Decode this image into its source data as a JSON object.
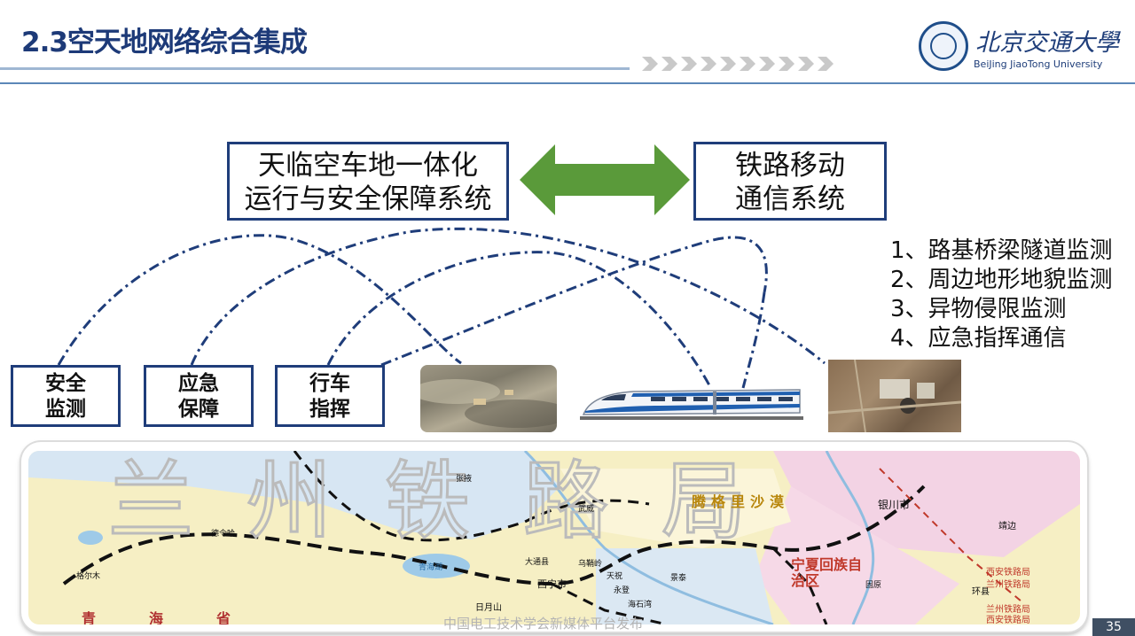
{
  "header": {
    "title": "2.3空天地网络综合集成",
    "university_cn": "北京交通大學",
    "university_en": "BeiJing JiaoTong University"
  },
  "systems": {
    "left_line1": "天临空车地一体化",
    "left_line2": "运行与安全保障系统",
    "right_line1": "铁路移动",
    "right_line2": "通信系统"
  },
  "functions": [
    {
      "line1": "安全",
      "line2": "监测"
    },
    {
      "line1": "应急",
      "line2": "保障"
    },
    {
      "line1": "行车",
      "line2": "指挥"
    }
  ],
  "monitoring_list": [
    "1、路基桥梁隧道监测",
    "2、周边地形地貌监测",
    "3、异物侵限监测",
    "4、应急指挥通信"
  ],
  "map": {
    "watermark": "兰州铁路局",
    "desert_label": "腾格里沙漠",
    "lake_label": "青海湖",
    "province_label": "青海省",
    "region_labels": [
      "宁夏回族自治区"
    ],
    "cities": [
      "西宁市",
      "银川市",
      "格尔木",
      "德令哈",
      "大通县",
      "日月山",
      "武威",
      "张掖",
      "天祝",
      "永登",
      "景泰",
      "固原",
      "靖边",
      "环县",
      "乌鞘岭",
      "海石湾"
    ],
    "legend": [
      "西安铁路局",
      "兰州铁路局",
      "兰州铁路局",
      "西安铁路局"
    ]
  },
  "footer": {
    "watermark_text": "中国电工技术学会新媒体平台发布",
    "page_number": "35"
  },
  "colors": {
    "title": "#1d3a78",
    "box_border": "#1f3d7a",
    "arrow": "#5a9a3a",
    "dash_line": "#1f3d7a"
  }
}
